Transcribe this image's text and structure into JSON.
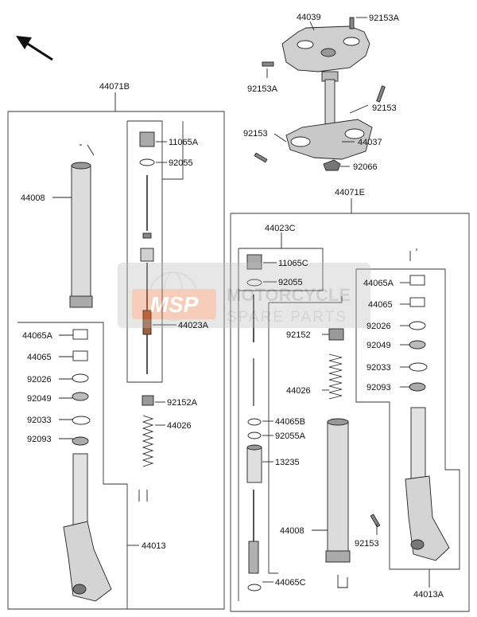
{
  "labels": {
    "top_clamp": "44039",
    "bolt_top_right": "92153A",
    "bolt_top_left": "92153A",
    "stem_bolt_right": "92153",
    "stem_bolt_left": "92153",
    "stem_assy": "44037",
    "stem_nut": "92066",
    "fork_left": "44071B",
    "fork_right": "44071E",
    "left_tube": "44008",
    "left_cap": "11065A",
    "left_oring": "92055",
    "left_damper": "44023A",
    "left_seal_1": "44065A",
    "left_seal_2": "44065",
    "left_seal_3": "92026",
    "left_seal_4": "92049",
    "left_clip": "92033",
    "left_wiper": "92093",
    "left_bolt": "92152A",
    "left_spring": "44026",
    "left_outer": "44013",
    "right_cart": "44023C",
    "right_cap": "11065C",
    "right_oring": "92055",
    "right_bolt": "92152",
    "right_spring": "44026",
    "right_piece_a": "44065B",
    "right_oring_a": "92055A",
    "right_tube_small": "13235",
    "right_tube": "44008",
    "right_bottom": "44065C",
    "right_seal_1": "44065A",
    "right_seal_2": "44065",
    "right_seal_3": "92026",
    "right_seal_4": "92049",
    "right_clip": "92033",
    "right_wiper": "92093",
    "right_axle_bolt": "92153",
    "right_outer": "44013A"
  },
  "watermark": {
    "logo": "MSP",
    "line1": "MOTORCYCLE",
    "line2": "SPARE PARTS",
    "accent_color": "#e8733a"
  },
  "icons": {
    "direction": "front-arrow-icon"
  }
}
